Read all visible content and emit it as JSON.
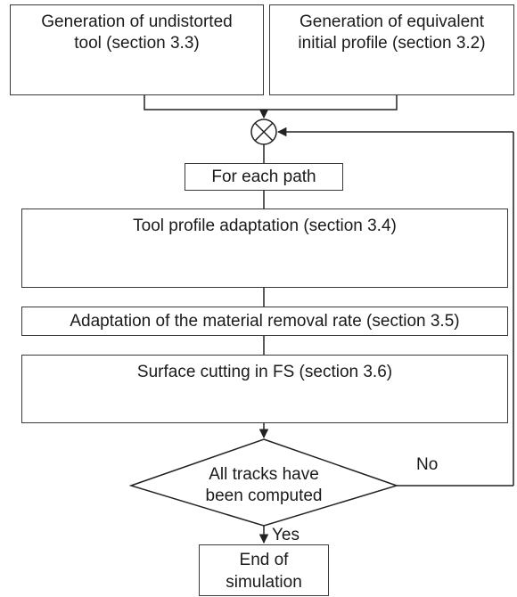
{
  "boxes": {
    "undistorted_tool": {
      "line1": "Generation of undistorted",
      "line2": "tool (section 3.3)"
    },
    "initial_profile": {
      "line1": "Generation of equivalent",
      "line2": "initial profile (section 3.2)"
    },
    "for_each_path": "For each path",
    "tool_adaptation": "Tool profile adaptation (section 3.4)",
    "removal_rate": "Adaptation of the material removal rate (section 3.5)",
    "surface_cutting": "Surface cutting in FS (section 3.6)",
    "decision": {
      "line1": "All tracks have",
      "line2": "been computed"
    },
    "end": {
      "line1": "End of",
      "line2": "simulation"
    }
  },
  "branches": {
    "no": "No",
    "yes": "Yes"
  },
  "colors": {
    "profile": "#5b7fbf",
    "tool_fill": "#8c8c8c",
    "tool_stroke": "#262626",
    "line": "#222222"
  },
  "icons": {
    "summing_junction": "circle-x-icon"
  }
}
